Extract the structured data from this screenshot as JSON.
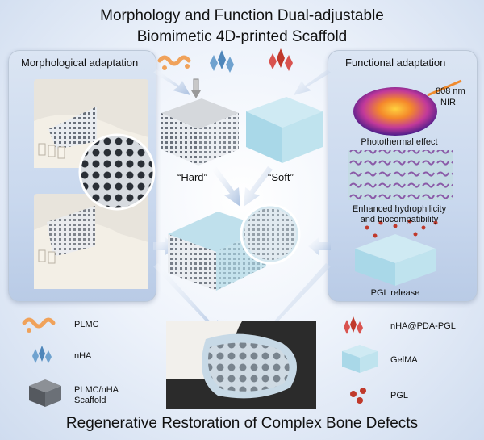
{
  "title_line1": "Morphology and Function Dual-adjustable",
  "title_line2": "Biomimetic 4D-printed Scaffold",
  "left_panel_title": "Morphological adaptation",
  "right_panel_title": "Functional adaptation",
  "hard_label": "“Hard”",
  "soft_label": "“Soft”",
  "nir_wavelength": "808 nm",
  "nir_label": "NIR",
  "photothermal_label": "Photothermal effect",
  "hydrophilicity_line1": "Enhanced hydrophilicity",
  "hydrophilicity_line2": "and biocompatibility",
  "pgl_release_label": "PGL release",
  "legend": {
    "plmc": "PLMC",
    "nha": "nHA",
    "scaffold_line1": "PLMC/nHA",
    "scaffold_line2": "Scaffold",
    "nha_pda_pgl": "nHA@PDA-PGL",
    "gelma": "GelMA",
    "pgl": "PGL"
  },
  "bottom_title": "Regenerative Restoration of Complex Bone Defects",
  "colors": {
    "plmc_orange": "#f0a25a",
    "nha_blue": "#6fa2cf",
    "nha_pda_red": "#d9534f",
    "gelma_cyan": "#a9d8e8",
    "pgl_red": "#c0392b",
    "panel_blue": "#c9d8ee"
  }
}
